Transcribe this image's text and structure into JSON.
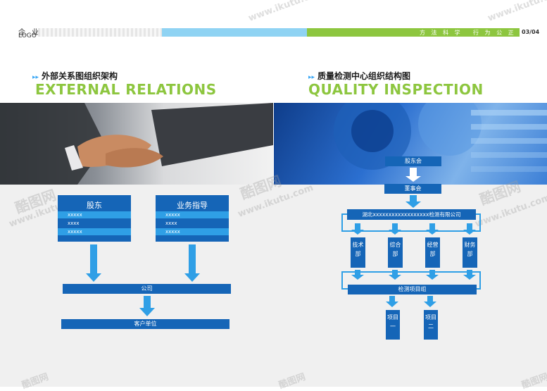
{
  "header": {
    "logo_top": "企 业",
    "logo_bottom": "LOGO",
    "tag1": "方 法 科 学",
    "tag2": "行 为 公 正",
    "page": "03/04"
  },
  "left_section": {
    "cn_title": "外部关系图组织架构",
    "en_title": "EXTERNAL RELATIONS"
  },
  "right_section": {
    "cn_title": "质量检测中心组织结构图",
    "en_title": "QUALITY INSPECTION"
  },
  "left_chart": {
    "box1": {
      "title": "股东",
      "rows": [
        "xxxxx",
        "xxxx",
        "xxxxx"
      ]
    },
    "box2": {
      "title": "业务指导",
      "rows": [
        "xxxxx",
        "xxxx",
        "xxxxx"
      ]
    },
    "bar_company": "公司",
    "bar_client": "客户单位"
  },
  "right_chart": {
    "shareholders": "股东会",
    "board": "董事会",
    "company": "湖北xxxxxxxxxxxxxxxxxx检测有限公司",
    "departments": [
      "技术部",
      "综合部",
      "经营部",
      "财务部"
    ],
    "project_group": "检测项目组",
    "projects": [
      "项目一",
      "项目二"
    ]
  },
  "watermark": "www.ikutu.com",
  "watermark_logo": "酷图网",
  "colors": {
    "brand_blue": "#1565b7",
    "light_blue": "#2f9fe6",
    "green": "#8dc63f",
    "sky": "#8fd3f3"
  }
}
